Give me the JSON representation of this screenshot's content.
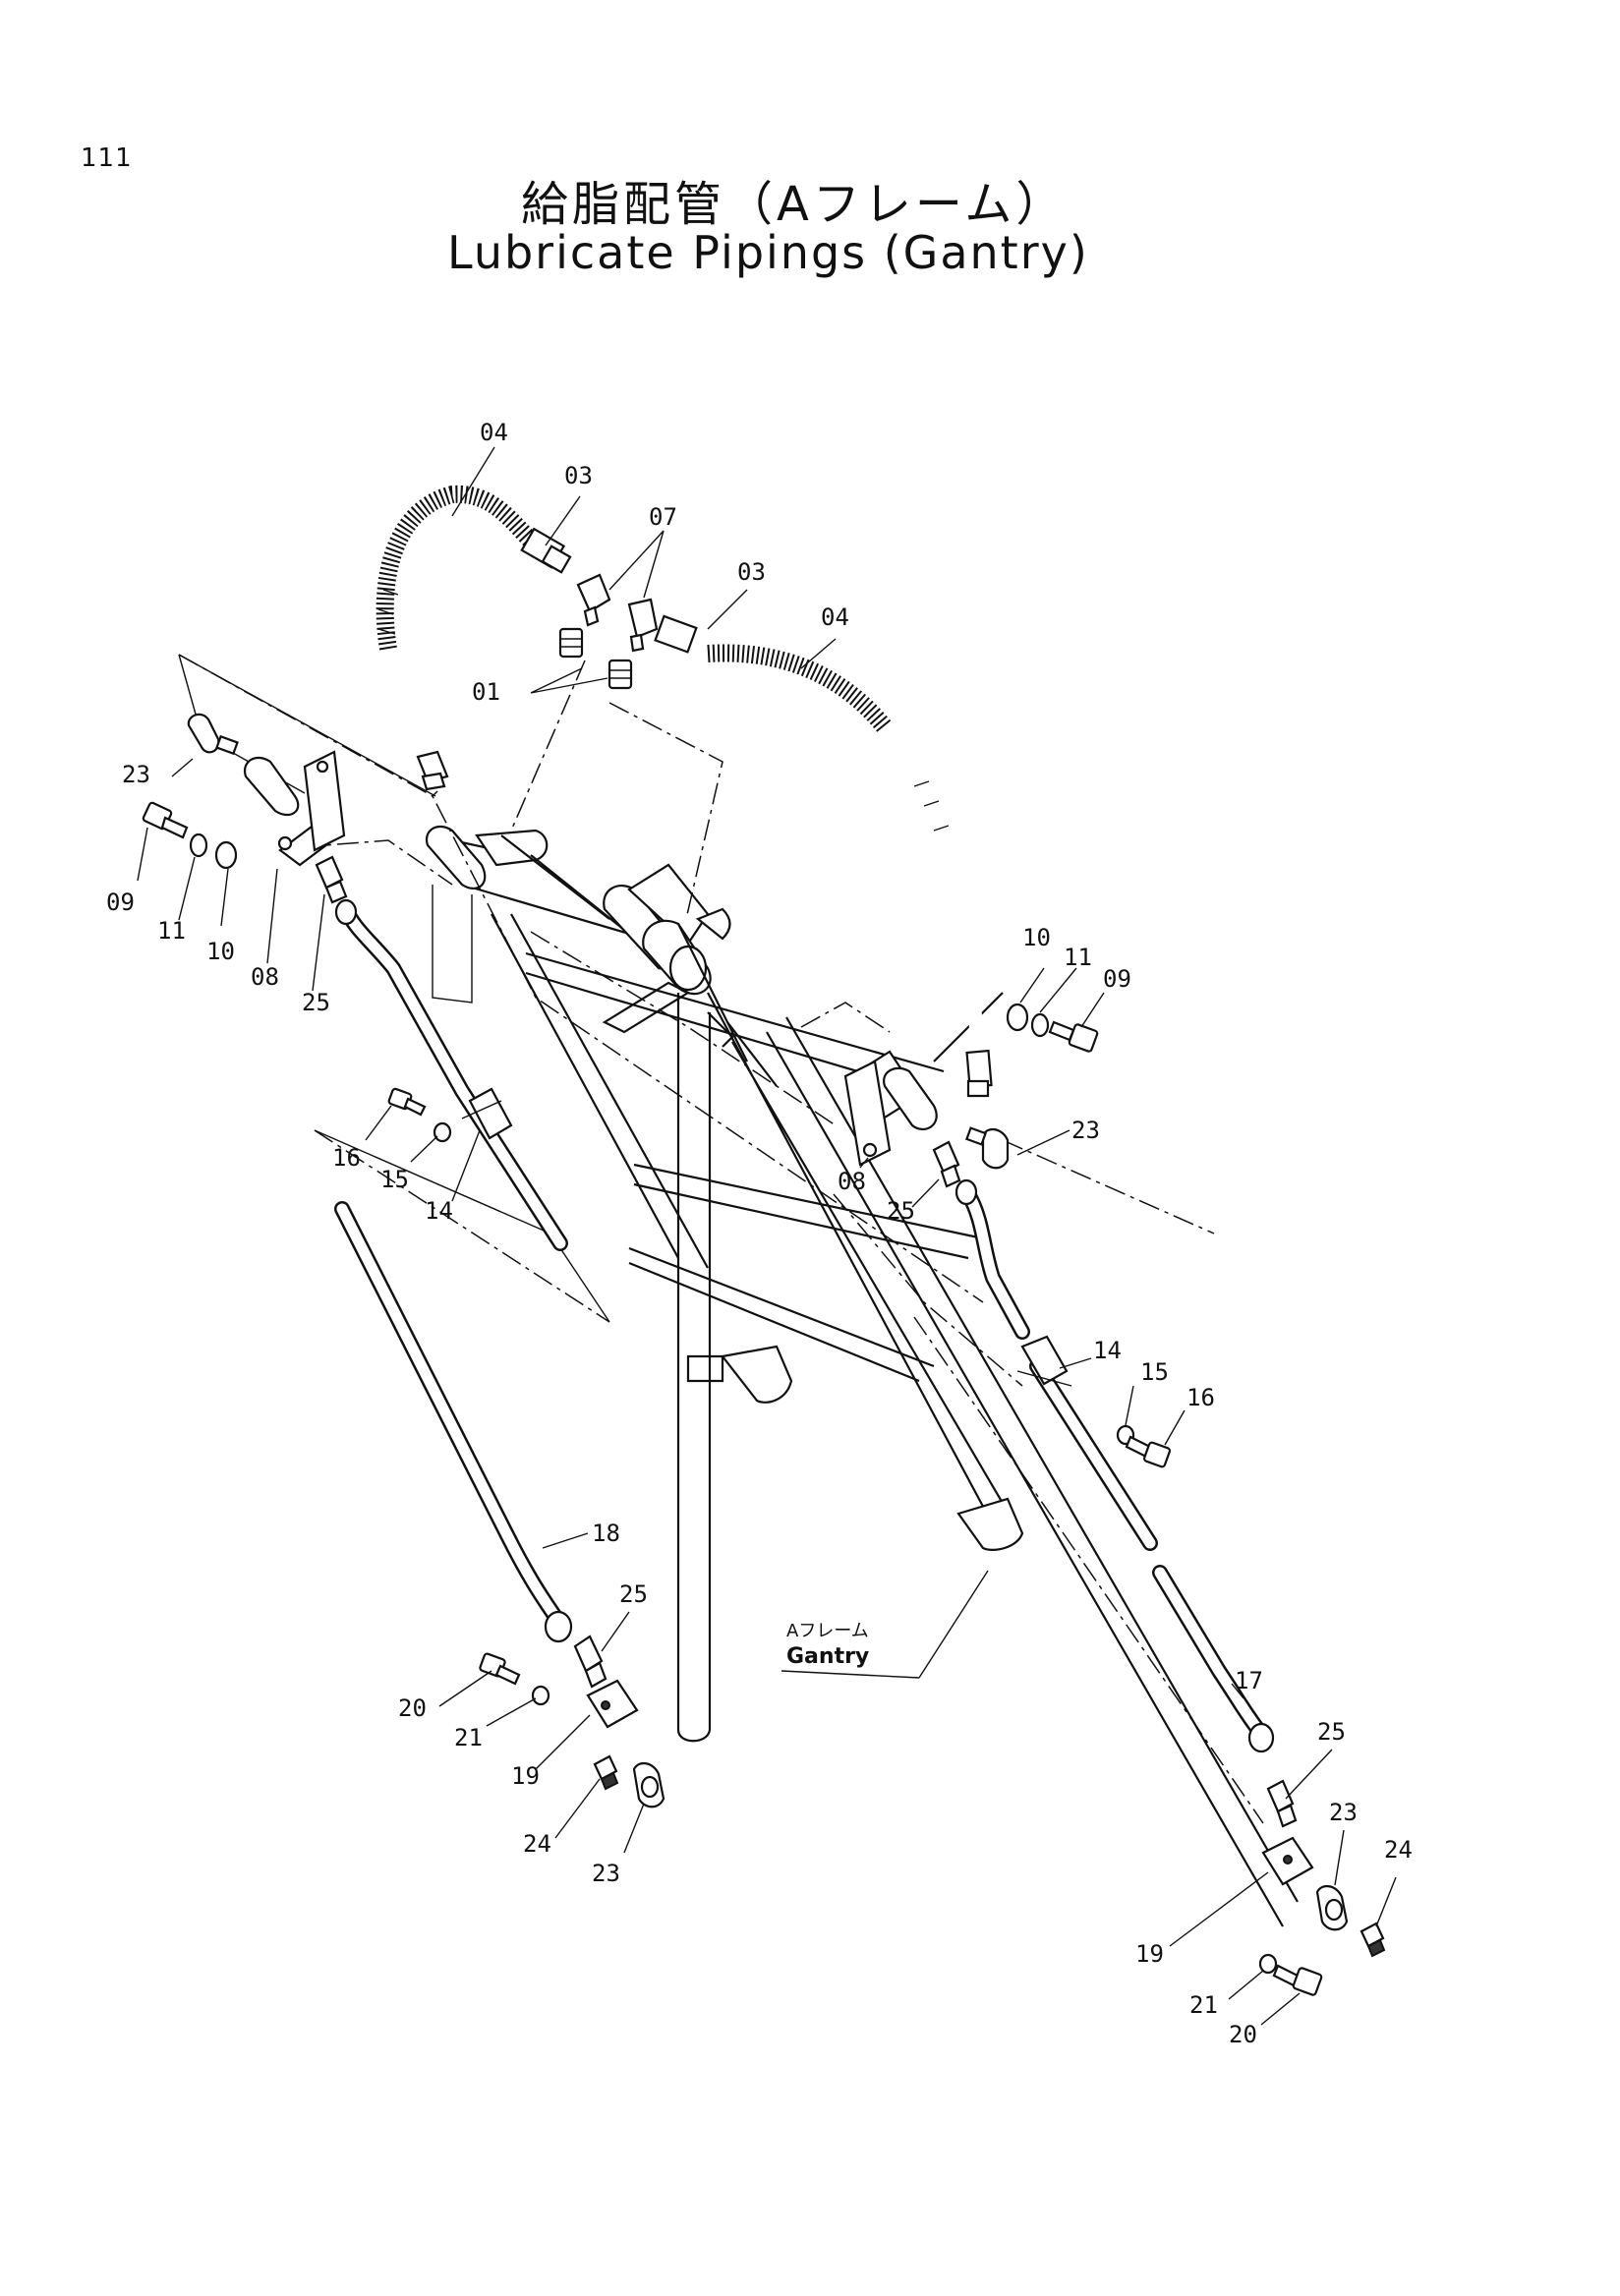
{
  "page": {
    "number": "111"
  },
  "title": {
    "japanese": "給脂配管（Aフレーム）",
    "english": "Lubricate Pipings (Gantry)"
  },
  "callouts": {
    "c04a": "04",
    "c03a": "03",
    "c07": "07",
    "c03b": "03",
    "c04b": "04",
    "c01": "01",
    "c23a": "23",
    "c09a": "09",
    "c11a": "11",
    "c10a": "10",
    "c08a": "08",
    "c25a": "25",
    "c10b": "10",
    "c11b": "11",
    "c09b": "09",
    "c23b": "23",
    "c08b": "08",
    "c25b": "25",
    "c16a": "16",
    "c15a": "15",
    "c14a": "14",
    "c14b": "14",
    "c15b": "15",
    "c16b": "16",
    "c18": "18",
    "c25c": "25",
    "c20a": "20",
    "c21a": "21",
    "c19a": "19",
    "c24a": "24",
    "c23c": "23",
    "c17": "17",
    "c25d": "25",
    "c23d": "23",
    "c24b": "24",
    "c19b": "19",
    "c21b": "21",
    "c20b": "20"
  },
  "gantry_label": {
    "japanese": "Aフレーム",
    "english": "Gantry"
  }
}
